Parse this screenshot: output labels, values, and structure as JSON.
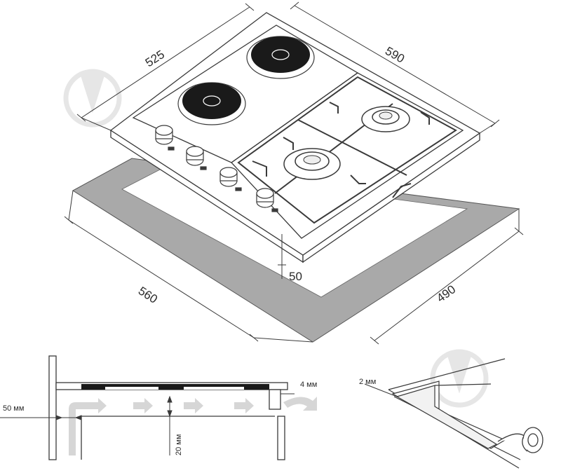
{
  "dimensions": {
    "top_left": "525",
    "top_right": "590",
    "cutout_left": "560",
    "cutout_right": "490",
    "height": "50"
  },
  "section_labels": {
    "gap_left": "50 мм",
    "gap_below": "20 мм",
    "gap_right": "4 мм",
    "seal_thickness": "2 мм"
  },
  "colors": {
    "line": "#3a3a3a",
    "cutout_fill": "#a9a9a9",
    "burner_dark": "#1a1a1a",
    "arrow_fill": "#d6d6d6",
    "watermark": "#e4e4e4"
  },
  "icons": [
    "watermark-icon",
    "knob-icon",
    "gas-burner-icon",
    "electric-plate-icon",
    "airflow-arrow-icon",
    "seal-tape-roll-icon"
  ]
}
